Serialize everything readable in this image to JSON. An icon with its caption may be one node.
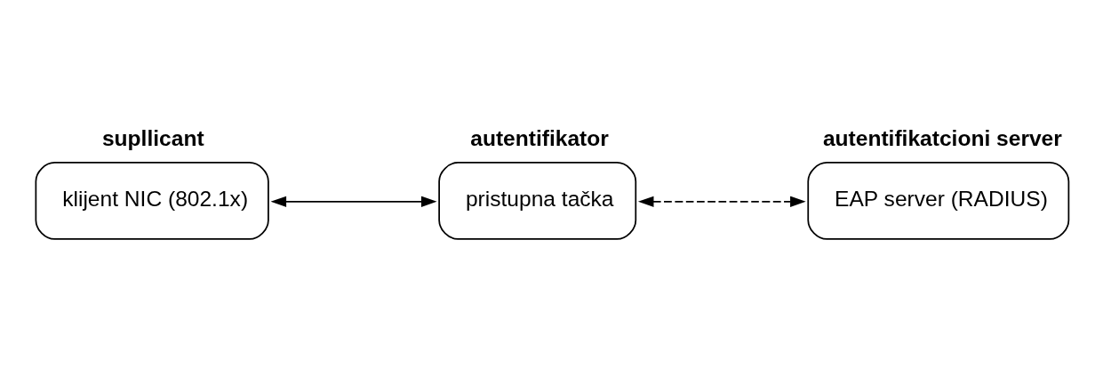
{
  "diagram": {
    "nodes": [
      {
        "text": [
          "supllicant",
          "klijent NIC (802.1x)"
        ]
      },
      {
        "text": [
          "autentifikator",
          "pristupna tačka"
        ]
      },
      {
        "text": [
          "autentifikatcioni server",
          "EAP server (RADIUS)"
        ]
      }
    ],
    "edges": [
      {
        "from": 0,
        "to": 1,
        "arrow": "both"
      },
      {
        "from": 1,
        "to": 2,
        "arrow": "both",
        "style": "dashed"
      }
    ]
  }
}
